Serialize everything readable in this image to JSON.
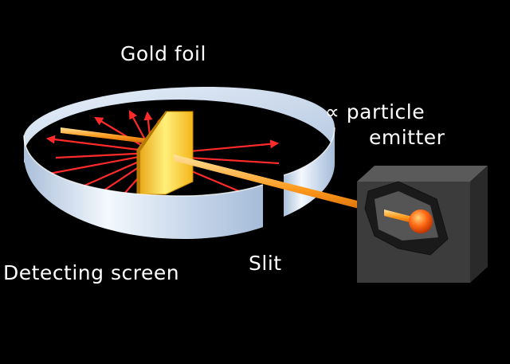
{
  "labels": {
    "gold_foil": "Gold foil",
    "emitter_line1": "∝ particle",
    "emitter_line2": "emitter",
    "detecting_screen": "Detecting screen",
    "slit": "Slit"
  },
  "colors": {
    "background": "#000000",
    "screen": "#dfe9f5",
    "beam": "#ff9a1e",
    "ray": "#ff2a2a",
    "foil": "#f7c81a",
    "box": "#3a3a3a"
  }
}
